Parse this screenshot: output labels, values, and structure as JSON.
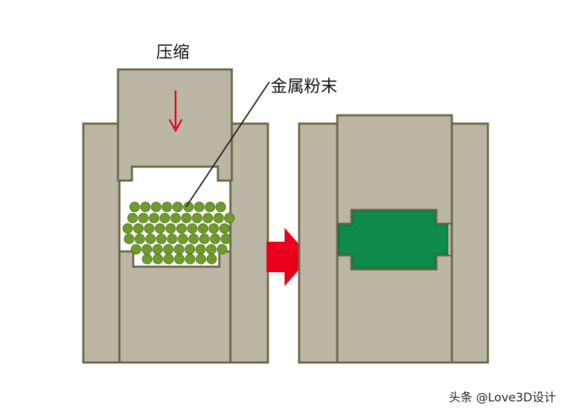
{
  "labels": {
    "compress": "压缩",
    "metal_powder": "金属粉末"
  },
  "watermark": "头条 @Love3D设计",
  "colors": {
    "die": "#bcb6a4",
    "die_outline": "#6b6444",
    "arrow_red": "#e8001c",
    "compact_green": "#0e8a4a",
    "powder_green": "#6f9a2c"
  }
}
